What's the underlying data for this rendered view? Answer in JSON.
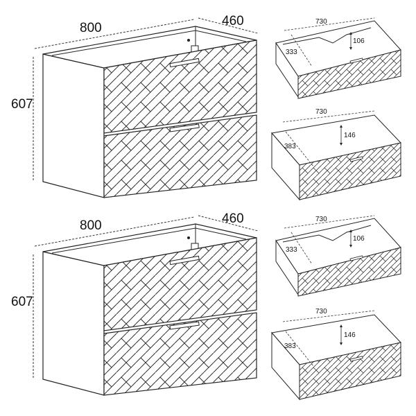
{
  "cabinets": [
    {
      "width_label": "800",
      "depth_label": "460",
      "height_label": "607"
    },
    {
      "width_label": "800",
      "depth_label": "460",
      "height_label": "607"
    }
  ],
  "drawers": [
    {
      "type": "top",
      "width_label": "730",
      "depth_label": "333",
      "height_label": "106"
    },
    {
      "type": "bottom",
      "width_label": "730",
      "depth_label": "383",
      "height_label": "146"
    },
    {
      "type": "top",
      "width_label": "730",
      "depth_label": "333",
      "height_label": "106"
    },
    {
      "type": "bottom",
      "width_label": "730",
      "depth_label": "383",
      "height_label": "146"
    }
  ],
  "colors": {
    "line": "#222222",
    "dim": "#333333",
    "background": "#ffffff"
  }
}
